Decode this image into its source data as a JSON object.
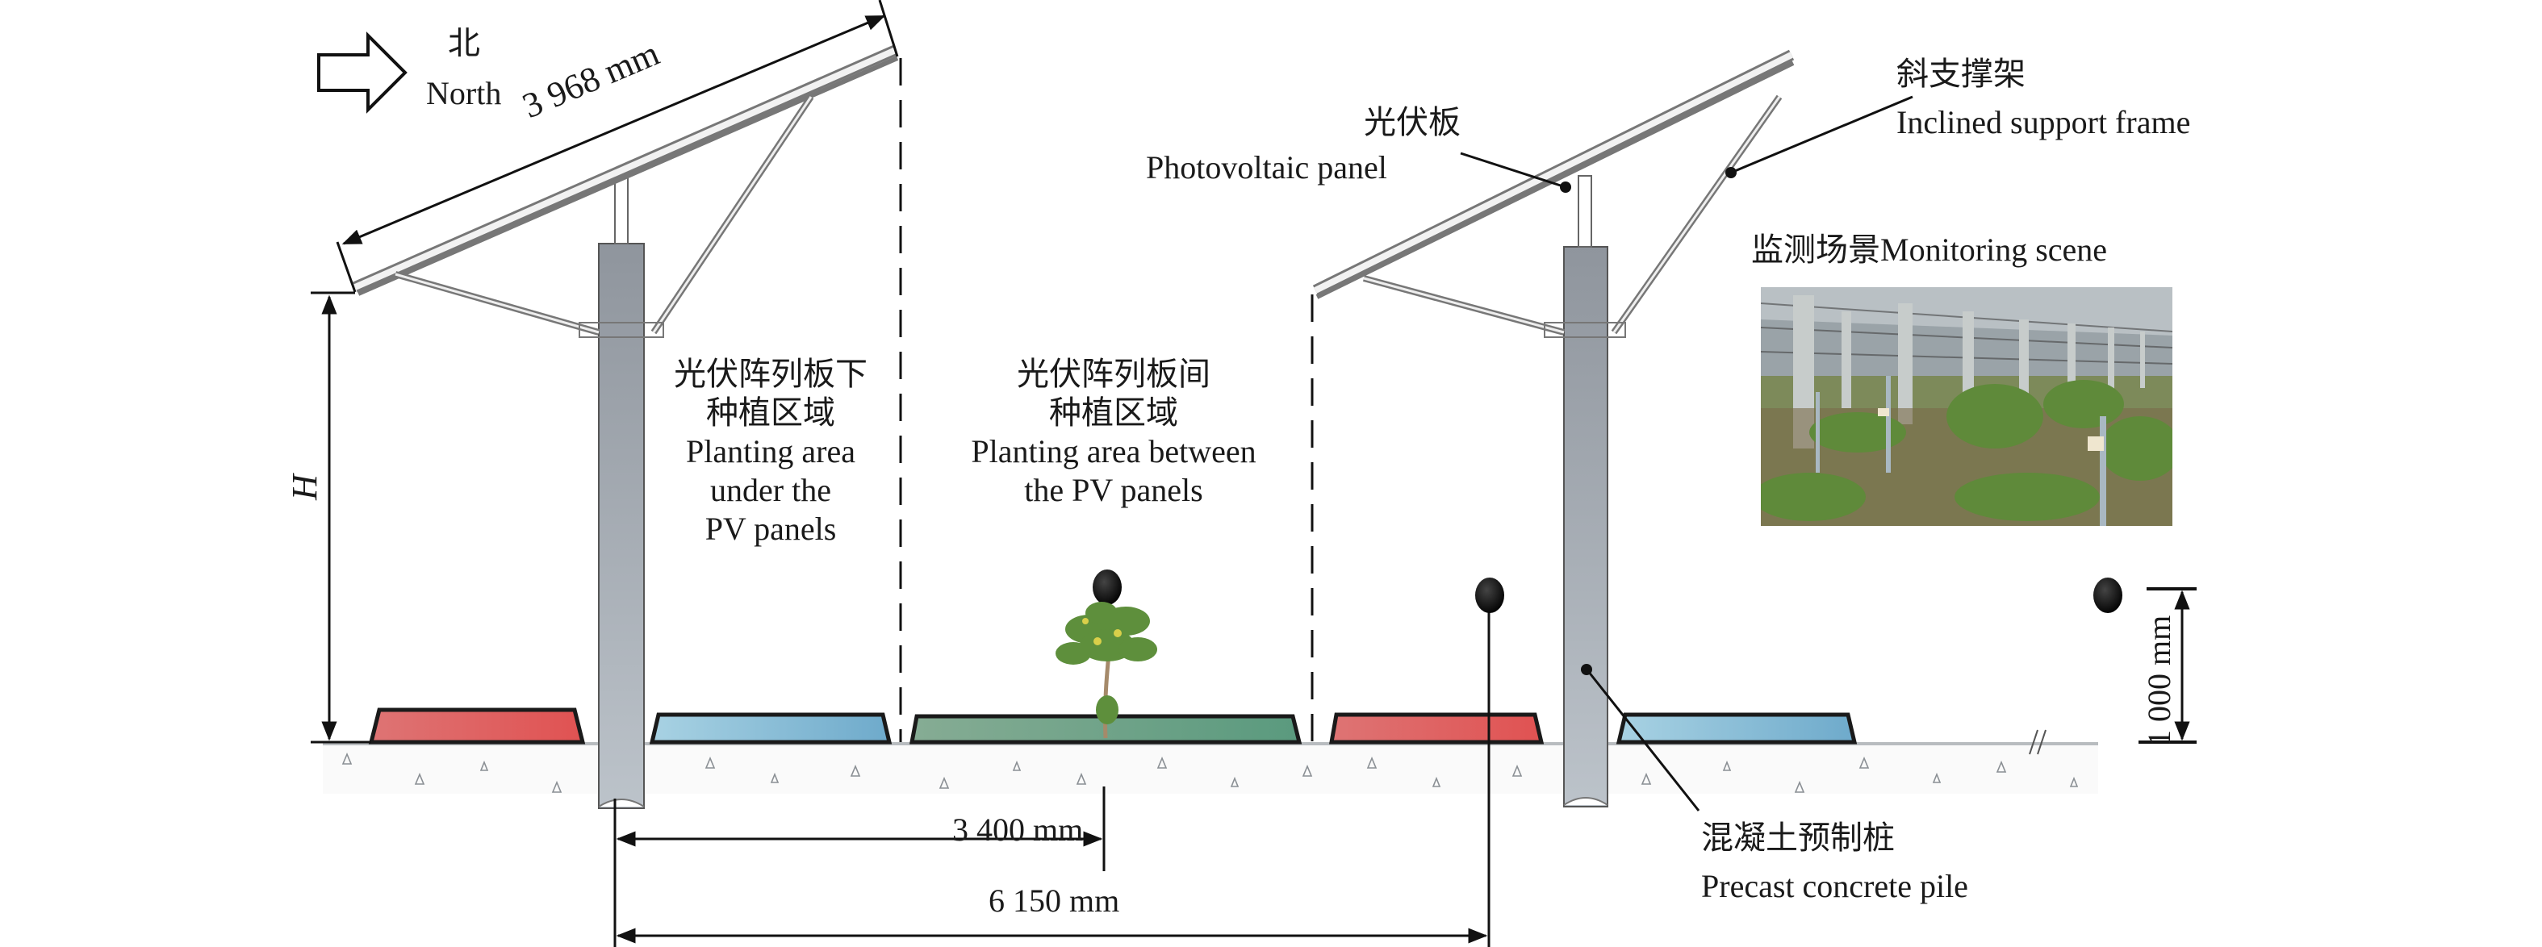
{
  "north_indicator": {
    "label_cn": "北",
    "label_en": "North"
  },
  "dimensions": {
    "panel_length": "3 968 mm",
    "height_symbol": "H",
    "spacing_short": "3 400 mm",
    "spacing_long": "6 150 mm",
    "sensor_height": "1 000 mm"
  },
  "callouts": {
    "pv_panel": {
      "cn": "光伏板",
      "en": "Photovoltaic panel"
    },
    "support_frame": {
      "cn": "斜支撑架",
      "en": "Inclined support frame"
    },
    "concrete_pile": {
      "cn": "混凝土预制桩",
      "en": "Precast concrete pile"
    },
    "monitoring_scene": {
      "label": "监测场景Monitoring scene"
    }
  },
  "zones": {
    "under_panels": {
      "cn_line1": "光伏阵列板下",
      "cn_line2": "种植区域",
      "en_line1": "Planting area",
      "en_line2": "under the",
      "en_line3": "PV panels"
    },
    "between_panels": {
      "cn_line1": "光伏阵列板间",
      "cn_line2": "种植区域",
      "en_line1": "Planting area between",
      "en_line2": "the PV panels"
    }
  },
  "colors": {
    "bed_red": "#e05a5a",
    "bed_blue": "#7fb6d3",
    "bed_green": "#5f9a80",
    "pile": "#a9b0b8",
    "ground": "#b8bcbf"
  }
}
